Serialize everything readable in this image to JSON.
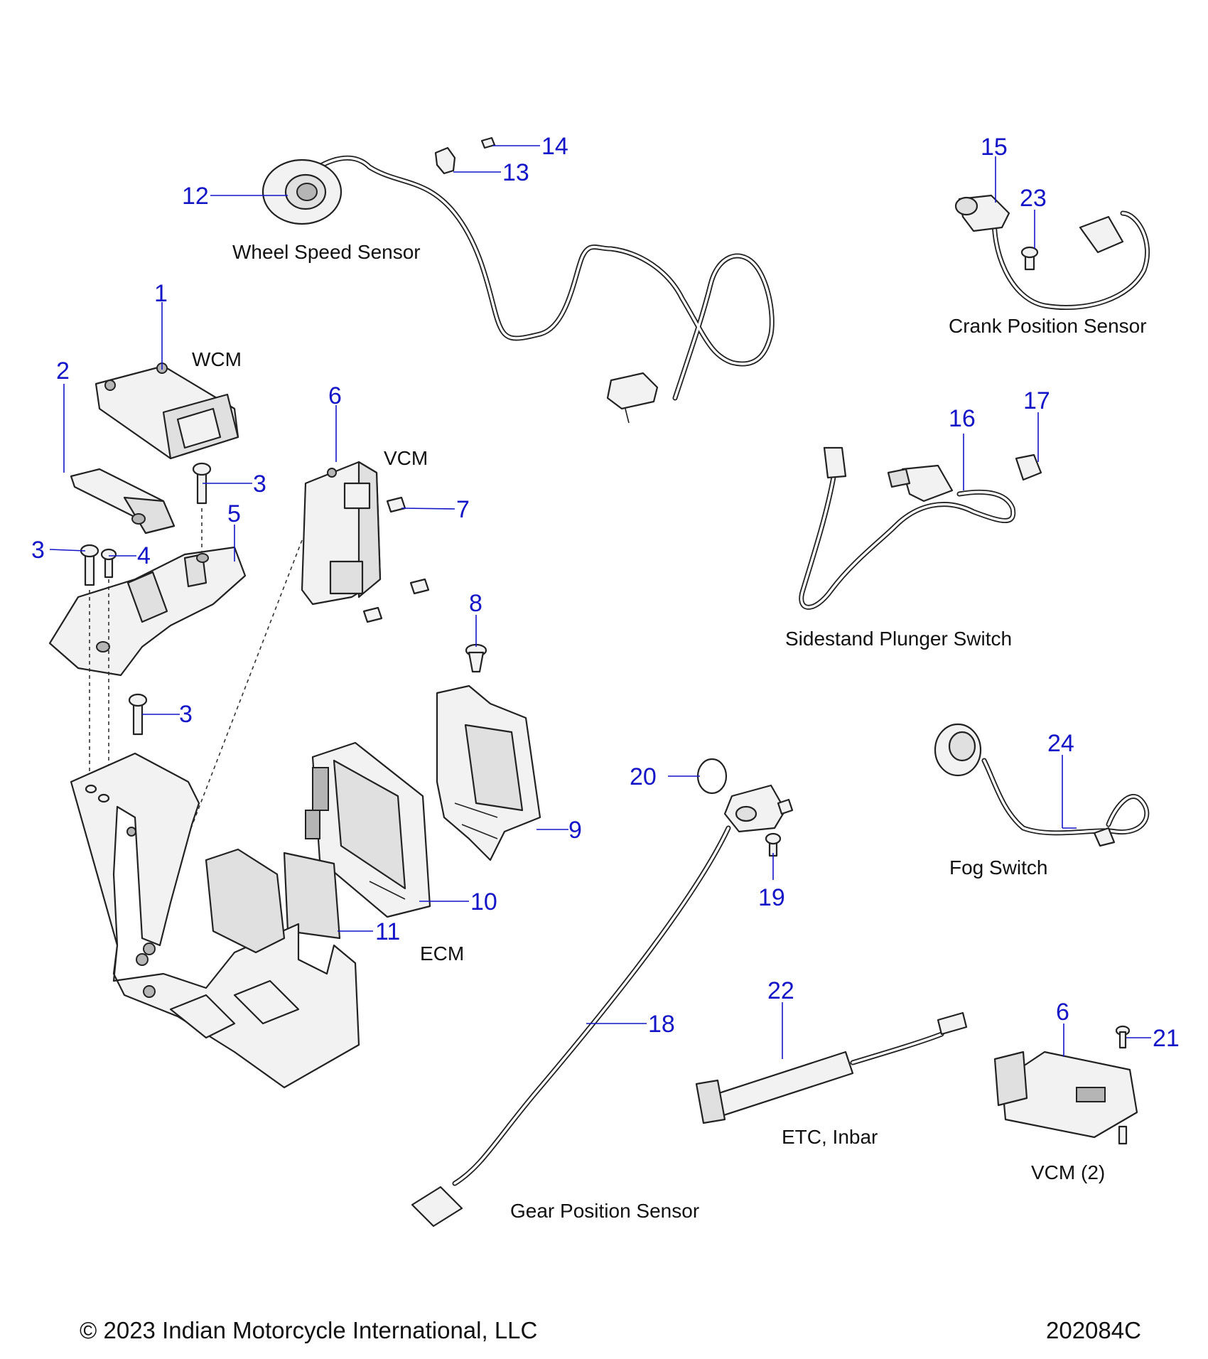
{
  "callouts": {
    "c1": "1",
    "c2": "2",
    "c3a": "3",
    "c3b": "3",
    "c3c": "3",
    "c4": "4",
    "c5": "5",
    "c6a": "6",
    "c6b": "6",
    "c7": "7",
    "c8": "8",
    "c9": "9",
    "c10": "10",
    "c11": "11",
    "c12": "12",
    "c13": "13",
    "c14": "14",
    "c15": "15",
    "c16": "16",
    "c17": "17",
    "c18": "18",
    "c19": "19",
    "c20": "20",
    "c21": "21",
    "c22": "22",
    "c23": "23",
    "c24": "24"
  },
  "captions": {
    "wheel_speed_sensor": "Wheel Speed Sensor",
    "wcm": "WCM",
    "vcm": "VCM",
    "crank_position_sensor": "Crank Position Sensor",
    "sidestand_plunger_switch": "Sidestand Plunger Switch",
    "ecm": "ECM",
    "fog_switch": "Fog Switch",
    "etc_inbar": "ETC, Inbar",
    "vcm_2": "VCM (2)",
    "gear_position_sensor": "Gear Position Sensor"
  },
  "footer": {
    "copyright": "© 2023 Indian Motorcycle International, LLC",
    "diagram_id": "202084C"
  },
  "colors": {
    "callout_blue": "#1515c8",
    "line_art": "#222222",
    "part_fill": "#f2f2f2"
  }
}
